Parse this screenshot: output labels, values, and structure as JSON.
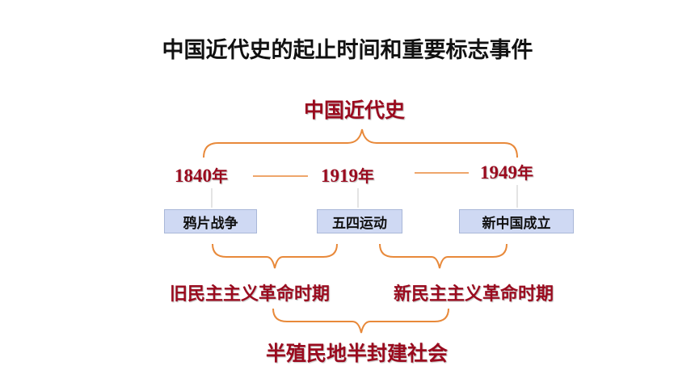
{
  "title": "中国近代史的起止时间和重要标志事件",
  "modern_history": "中国近代史",
  "years": [
    {
      "year": "1840",
      "unit": "年"
    },
    {
      "year": "1919",
      "unit": "年"
    },
    {
      "year": "1949",
      "unit": "年"
    }
  ],
  "events": [
    "鸦片战争",
    "五四运动",
    "新中国成立"
  ],
  "periods": [
    "旧民主主义革命时期",
    "新民主主义革命时期"
  ],
  "society": "半殖民地半封建社会",
  "colors": {
    "accent_red": "#9a0a1e",
    "brace_orange": "#e8893a",
    "event_box": "#cfd9f3"
  }
}
